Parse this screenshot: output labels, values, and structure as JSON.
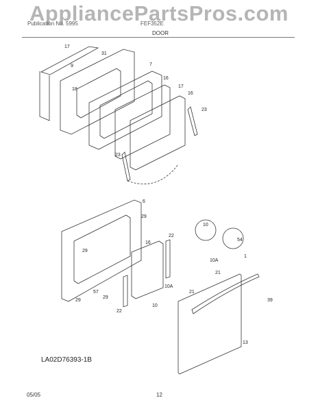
{
  "watermark": "AppliancePartsPros.com",
  "header": {
    "left_text": "Publication No. 5995",
    "right_text": "FEF352E",
    "section_title": "DOOR"
  },
  "diagram_code": "LA02D76393-1B",
  "footer": {
    "date": "05/05",
    "page": "12"
  },
  "callouts": {
    "c17_gasket": "17",
    "c9": "9",
    "c31": "31",
    "c7": "7",
    "c18": "18",
    "c16a": "16",
    "c17b": "17",
    "c16b": "16",
    "c23a": "23",
    "c23b": "23",
    "c6": "6",
    "c29a": "29",
    "c16c": "16",
    "c22a": "22",
    "c29b": "29",
    "c57": "57",
    "c29c": "29",
    "c29d": "29",
    "c22b": "22",
    "c10a": "10",
    "c54": "54",
    "c1": "1",
    "c10A_a": "10A",
    "c21a": "21",
    "c10A_b": "10A",
    "c21b": "21",
    "c10b": "10",
    "c39": "39",
    "c13": "13"
  }
}
